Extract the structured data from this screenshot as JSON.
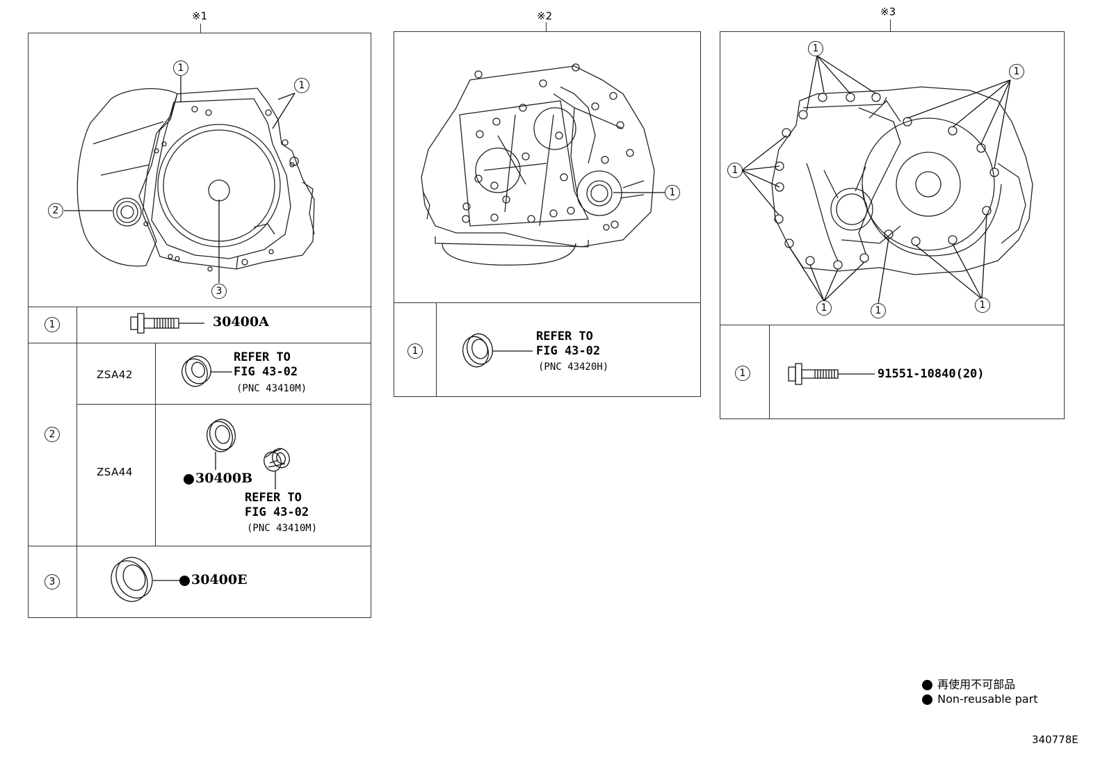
{
  "views": [
    {
      "ref": "※1"
    },
    {
      "ref": "※2"
    },
    {
      "ref": "※3"
    }
  ],
  "callouts": {
    "one": "1",
    "two": "2",
    "three": "3"
  },
  "panel1": {
    "row1": {
      "key": "1",
      "part": "30400A"
    },
    "row2": {
      "key": "2",
      "zsa42": {
        "model": "ZSA42",
        "refer": "REFER TO",
        "fig": "FIG 43-02",
        "pnc": "(PNC 43410M)"
      },
      "zsa44": {
        "model": "ZSA44",
        "part": "30400B",
        "refer": "REFER TO",
        "fig": "FIG 43-02",
        "pnc": "(PNC 43410M)"
      }
    },
    "row3": {
      "key": "3",
      "part": "30400E"
    }
  },
  "panel2": {
    "row1": {
      "key": "1",
      "refer": "REFER TO",
      "fig": "FIG 43-02",
      "pnc": "(PNC 43420H)"
    }
  },
  "panel3": {
    "row1": {
      "key": "1",
      "part": "91551-10840(20)"
    }
  },
  "legend": {
    "jp": "再使用不可部品",
    "en": "Non-reusable part"
  },
  "figure_id": "340778E"
}
